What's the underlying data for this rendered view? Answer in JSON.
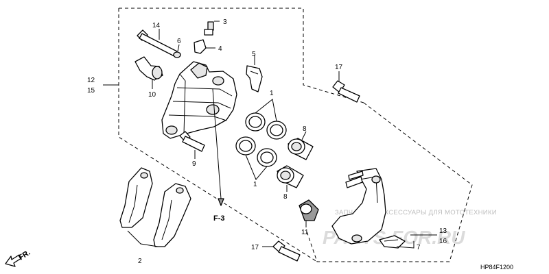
{
  "callouts": {
    "c1a": "1",
    "c1b": "1",
    "c2": "2",
    "c3": "3",
    "c4": "4",
    "c5": "5",
    "c6": "6",
    "c7": "7",
    "c8a": "8",
    "c8b": "8",
    "c9": "9",
    "c10": "10",
    "c11": "11",
    "c12": "12",
    "c13": "13",
    "c14": "14",
    "c15": "15",
    "c16": "16",
    "c17a": "17",
    "c17b": "17"
  },
  "section_ref": "F-3",
  "front_marker": "FR.",
  "diagram_code": "HP84F1200",
  "watermark": {
    "top": "ЗАПЧАСТИ И АКСЕССУАРЫ ДЛЯ МОТОТЕХНИКИ",
    "logo": "PARTS FOR.RU"
  },
  "colors": {
    "line": "#000000",
    "watermark": "#bdbdbd"
  }
}
